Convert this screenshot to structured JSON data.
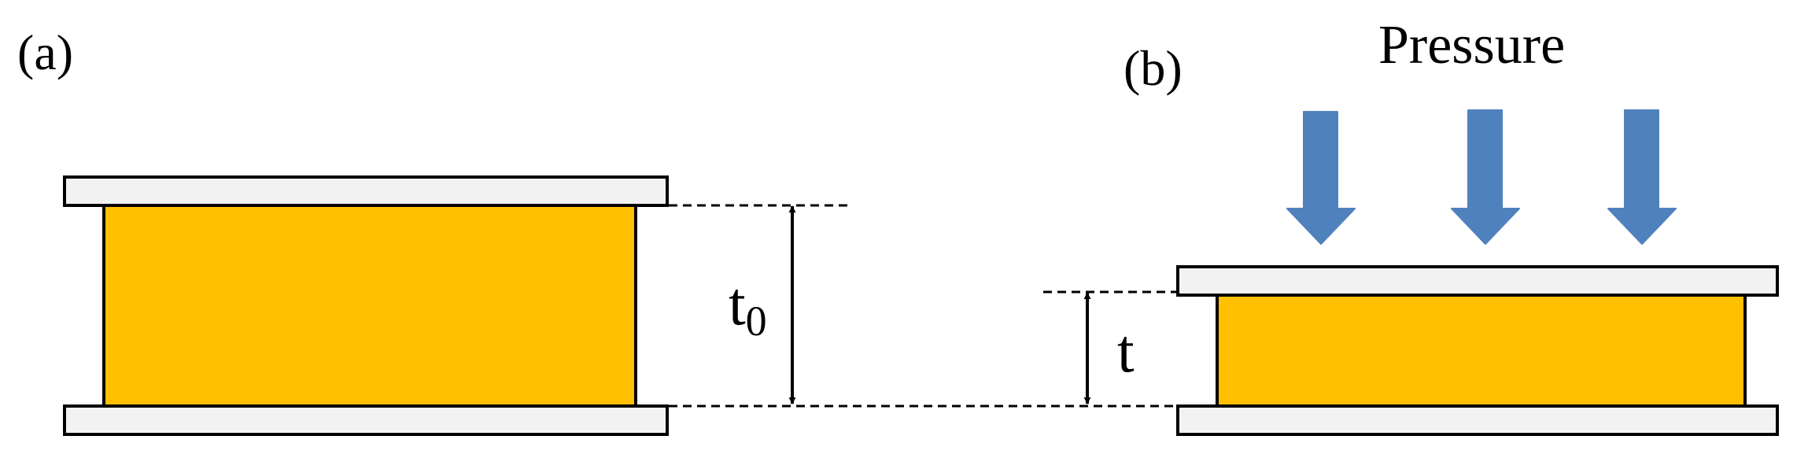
{
  "panels": {
    "a": {
      "label": "(a)",
      "dimension_label": "t",
      "dimension_subscript": "0"
    },
    "b": {
      "label": "(b)",
      "dimension_label": "t",
      "force_label": "Pressure",
      "arrow_count": 3
    }
  },
  "colors": {
    "plate_fill": "#f2f2f2",
    "plate_stroke": "#000000",
    "sample_fill": "#ffc000",
    "arrow_fill": "#4f81bd",
    "line": "#000000"
  },
  "icons": {
    "pressure_arrow": "down-arrow-icon",
    "dimension_arrow": "double-headed-arrow-icon"
  }
}
